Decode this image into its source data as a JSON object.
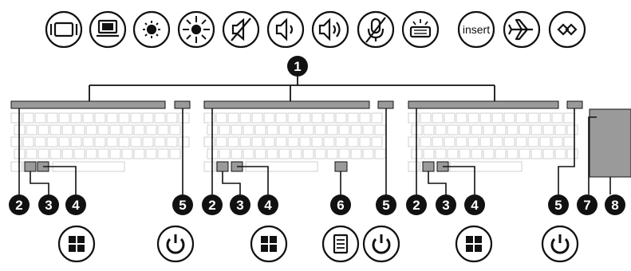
{
  "function_keys": [
    {
      "name": "screen-switch-icon"
    },
    {
      "name": "external-display-icon"
    },
    {
      "name": "brightness-down-icon"
    },
    {
      "name": "brightness-up-icon"
    },
    {
      "name": "speaker-mute-icon"
    },
    {
      "name": "volume-down-icon"
    },
    {
      "name": "volume-up-icon"
    },
    {
      "name": "microphone-mute-icon"
    },
    {
      "name": "keyboard-backlight-icon"
    },
    {
      "name": "insert-key",
      "label": "insert"
    },
    {
      "name": "airplane-mode-icon"
    },
    {
      "name": "programmable-key-icon"
    }
  ],
  "callouts": {
    "c1": "1",
    "c2": "2",
    "c3": "3",
    "c4": "4",
    "c5": "5",
    "c6": "6",
    "c7": "7",
    "c8": "8"
  },
  "bottom_icons": [
    "windows-key-icon",
    "power-icon",
    "windows-key-icon",
    "menu-key-icon",
    "power-icon",
    "windows-key-icon",
    "power-icon"
  ],
  "colors": {
    "ink": "#111111",
    "key_fill": "#ffffff",
    "key_stroke": "#c9c9c9",
    "highlight": "#9a9a9a"
  }
}
